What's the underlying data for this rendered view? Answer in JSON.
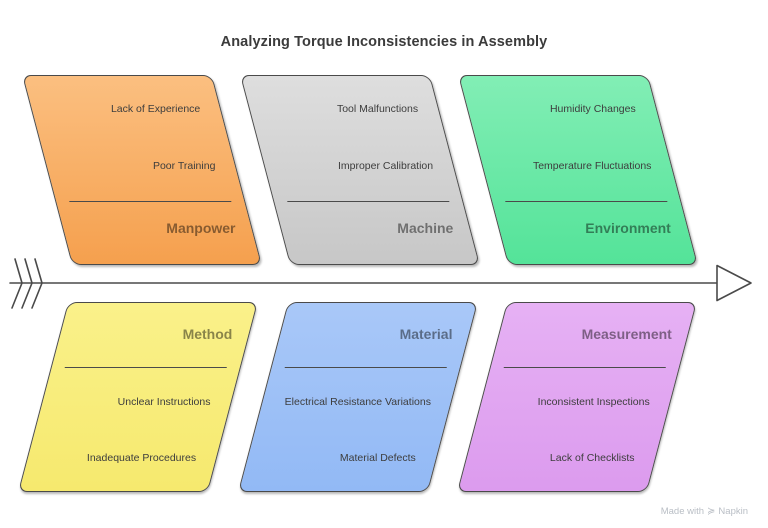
{
  "title": "Analyzing Torque Inconsistencies in Assembly",
  "categories": [
    {
      "label": "Manpower",
      "causes": [
        "Lack of Experience",
        "Poor Training"
      ],
      "color_top": "#FBBF80",
      "color_bottom": "#F5A04E",
      "row": "top"
    },
    {
      "label": "Machine",
      "causes": [
        "Tool Malfunctions",
        "Improper Calibration"
      ],
      "color_top": "#DEDEDE",
      "color_bottom": "#C7C7C7",
      "row": "top"
    },
    {
      "label": "Environment",
      "causes": [
        "Humidity Changes",
        "Temperature Fluctuations"
      ],
      "color_top": "#82EEB5",
      "color_bottom": "#54E399",
      "row": "top"
    },
    {
      "label": "Method",
      "causes": [
        "Unclear Instructions",
        "Inadequate Procedures"
      ],
      "color_top": "#FAF18A",
      "color_bottom": "#F6E96E",
      "row": "bottom"
    },
    {
      "label": "Material",
      "causes": [
        "Electrical Resistance Variations",
        "Material Defects"
      ],
      "color_top": "#A9C8F8",
      "color_bottom": "#92B9F5",
      "row": "bottom"
    },
    {
      "label": "Measurement",
      "causes": [
        "Inconsistent Inspections",
        "Lack of Checklists"
      ],
      "color_top": "#E6B1F4",
      "color_bottom": "#DC9BEE",
      "row": "bottom"
    }
  ],
  "spine": {
    "direction": "right",
    "stroke_color": "#4A4A4A"
  },
  "text_colors": {
    "title": "#3B3B3B",
    "cause": "#3D3D3D",
    "category_label": "rgba(0,0,0,0.45)"
  },
  "footer": {
    "made_with": "Made with",
    "brand": "Napkin",
    "logo_glyph": "≽"
  }
}
